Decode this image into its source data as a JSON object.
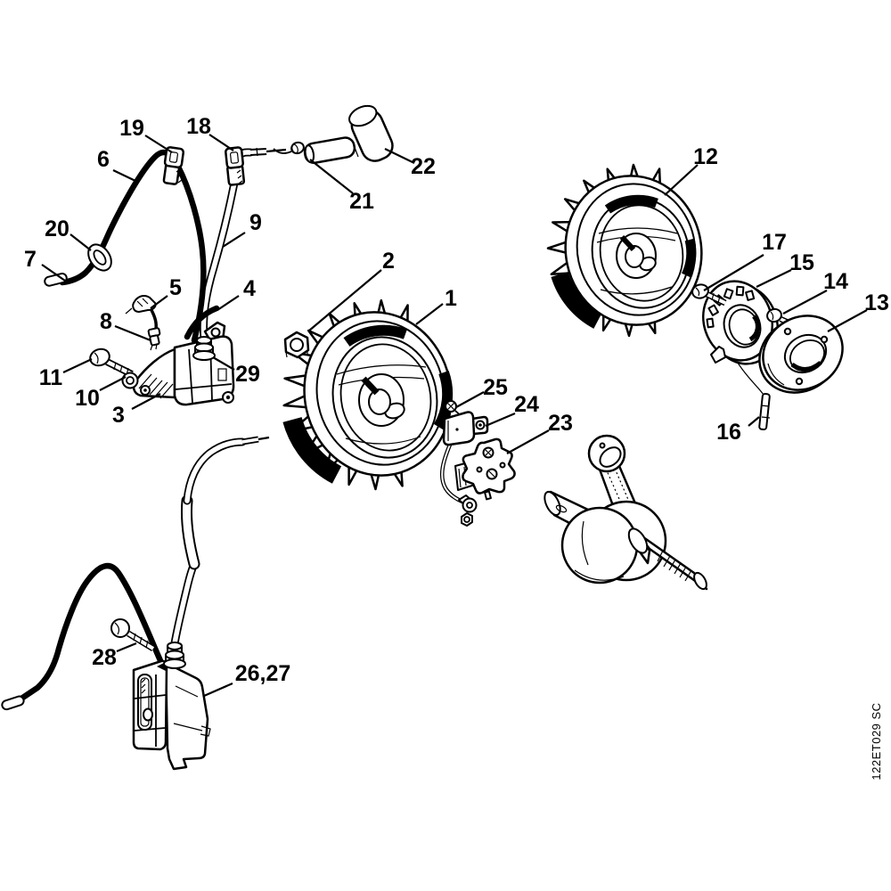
{
  "plate": {
    "code": "122ET029 SC"
  },
  "callouts": {
    "c1": {
      "text": "1"
    },
    "c2": {
      "text": "2"
    },
    "c3": {
      "text": "3"
    },
    "c4": {
      "text": "4"
    },
    "c5": {
      "text": "5"
    },
    "c6": {
      "text": "6"
    },
    "c7": {
      "text": "7"
    },
    "c8": {
      "text": "8"
    },
    "c9": {
      "text": "9"
    },
    "c10": {
      "text": "10"
    },
    "c11": {
      "text": "11"
    },
    "c12": {
      "text": "12"
    },
    "c13": {
      "text": "13"
    },
    "c14": {
      "text": "14"
    },
    "c15": {
      "text": "15"
    },
    "c16": {
      "text": "16"
    },
    "c17": {
      "text": "17"
    },
    "c18": {
      "text": "18"
    },
    "c19": {
      "text": "19"
    },
    "c20": {
      "text": "20"
    },
    "c21": {
      "text": "21"
    },
    "c22": {
      "text": "22"
    },
    "c23": {
      "text": "23"
    },
    "c24": {
      "text": "24"
    },
    "c25": {
      "text": "25"
    },
    "c26_27": {
      "text": "26,27"
    },
    "c28": {
      "text": "28"
    },
    "c29": {
      "text": "29"
    }
  }
}
